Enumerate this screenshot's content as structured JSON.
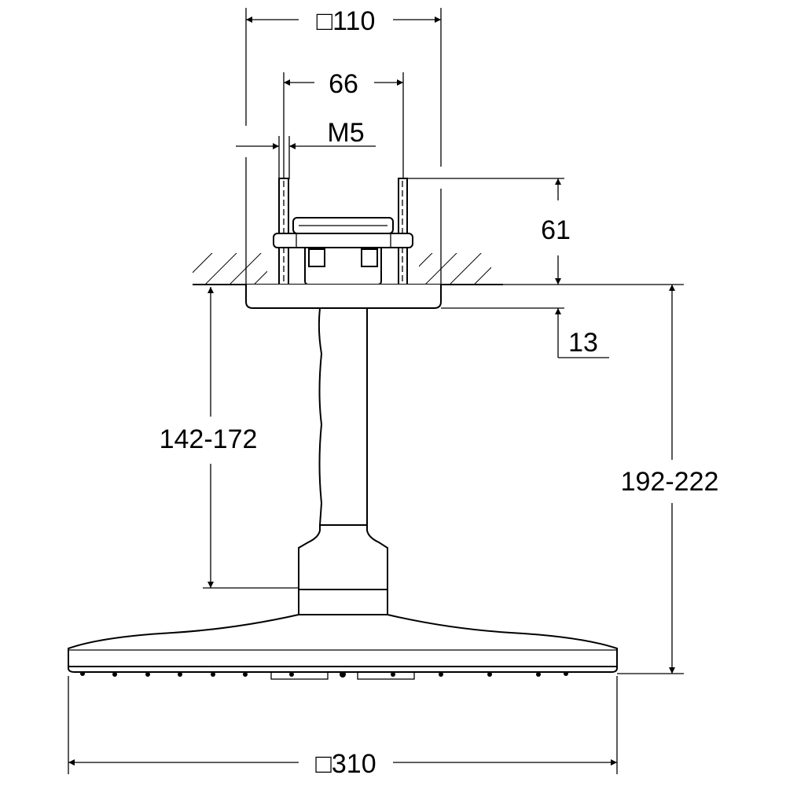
{
  "drawing": {
    "dimensions": {
      "top_square": "□110",
      "stud_spacing": "66",
      "thread": "M5",
      "mount_height": "61",
      "plate_thickness": "13",
      "arm_length": "142-172",
      "total_height": "192-222",
      "head_square": "□310"
    },
    "line_color": "#000000",
    "background_color": "#ffffff"
  }
}
